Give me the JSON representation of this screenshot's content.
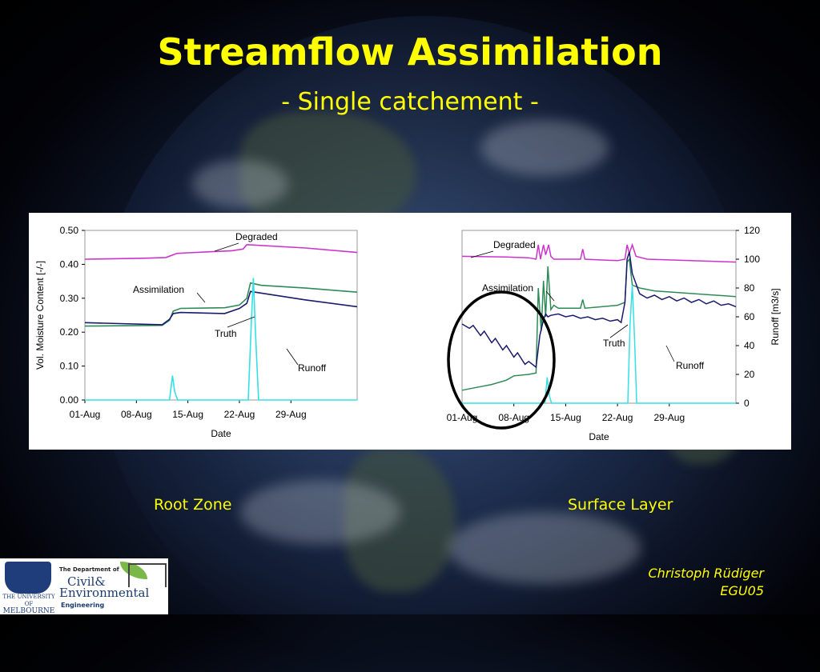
{
  "slide": {
    "title": "Streamflow Assimilation",
    "subtitle": "- Single catchement -",
    "caption_left": "Root Zone",
    "caption_right": "Surface Layer",
    "author": "Christoph Rüdiger",
    "event": "EGU05"
  },
  "logo": {
    "university_line1": "THE UNIVERSITY OF",
    "university_line2": "MELBOURNE",
    "dept_top": "The Department of",
    "dept_civil": "Civil&",
    "dept_env": "Environmental",
    "dept_eng": "Engineering"
  },
  "colors": {
    "title": "#ffff00",
    "degraded": "#cc33cc",
    "assimilation": "#2e8b57",
    "truth": "#1a1a6e",
    "runoff": "#33e0e6"
  },
  "chart_data": [
    {
      "type": "line",
      "xlabel": "Date",
      "ylabel": "Vol. Moisture Content [-/-]",
      "ylim": [
        0,
        0.5
      ],
      "yticks": [
        "0.50",
        "0.40",
        "0.30",
        "0.20",
        "0.10",
        "0.00"
      ],
      "xlim": [
        0,
        37
      ],
      "xticks": [
        {
          "x": 0,
          "label": "01-Aug"
        },
        {
          "x": 7,
          "label": "08-Aug"
        },
        {
          "x": 14,
          "label": "15-Aug"
        },
        {
          "x": 21,
          "label": "22-Aug"
        },
        {
          "x": 28,
          "label": "29-Aug"
        }
      ],
      "annotations": [
        "Degraded",
        "Assimilation",
        "Truth",
        "Runoff"
      ],
      "series": [
        {
          "name": "Degraded",
          "color": "#cc33cc",
          "x": [
            0,
            8,
            11,
            12.5,
            14,
            20,
            21.5,
            22,
            30,
            37
          ],
          "y": [
            0.415,
            0.418,
            0.42,
            0.432,
            0.434,
            0.44,
            0.445,
            0.458,
            0.448,
            0.435
          ]
        },
        {
          "name": "Assimilation",
          "color": "#2e8b57",
          "x": [
            0,
            10.5,
            11.5,
            12,
            13,
            19,
            21,
            22,
            22.5,
            24,
            30,
            37
          ],
          "y": [
            0.218,
            0.22,
            0.235,
            0.262,
            0.27,
            0.272,
            0.28,
            0.3,
            0.345,
            0.338,
            0.33,
            0.318
          ]
        },
        {
          "name": "Truth",
          "color": "#1a1a6e",
          "x": [
            0,
            10.5,
            11.5,
            12,
            13,
            19,
            21,
            22,
            22.5,
            24,
            30,
            37
          ],
          "y": [
            0.228,
            0.222,
            0.238,
            0.255,
            0.258,
            0.255,
            0.27,
            0.285,
            0.32,
            0.315,
            0.295,
            0.275
          ]
        },
        {
          "name": "Runoff",
          "color": "#33e0e6",
          "x": [
            0,
            11.5,
            11.9,
            12.2,
            12.6,
            22.2,
            22.6,
            22.9,
            23.2,
            23.6,
            37
          ],
          "y": [
            0,
            0,
            0.072,
            0.025,
            0,
            0,
            0.22,
            0.36,
            0.19,
            0,
            0
          ]
        }
      ]
    },
    {
      "type": "line",
      "xlabel": "Date",
      "ylabel": "Runoff [m3/s]",
      "y2ticks": [
        "120",
        "100",
        "80",
        "60",
        "40",
        "20",
        "0"
      ],
      "ylim": [
        0,
        120
      ],
      "xlim": [
        0,
        37
      ],
      "xticks": [
        {
          "x": 0,
          "label": "01-Aug"
        },
        {
          "x": 7,
          "label": "08-Aug"
        },
        {
          "x": 14,
          "label": "15-Aug"
        },
        {
          "x": 21,
          "label": "22-Aug"
        },
        {
          "x": 28,
          "label": "29-Aug"
        }
      ],
      "annotations": [
        "Degraded",
        "Assimilation",
        "Truth",
        "Runoff"
      ],
      "series": [
        {
          "name": "Degraded",
          "color": "#cc33cc",
          "x": [
            0,
            6,
            9,
            10,
            10.3,
            10.6,
            11,
            11.3,
            11.7,
            12,
            12.4,
            13,
            16,
            16.3,
            16.6,
            21,
            22,
            22.3,
            22.6,
            23,
            23.5,
            25,
            37
          ],
          "y": [
            102,
            101.5,
            101,
            100,
            110,
            100,
            110,
            103,
            110,
            102,
            100,
            100,
            100,
            107,
            100,
            99,
            100,
            110,
            104,
            110,
            102,
            100,
            98
          ]
        },
        {
          "name": "Assimilation",
          "color": "#2e8b57",
          "x": [
            0,
            2,
            4,
            6,
            7,
            9,
            10,
            10.3,
            10.7,
            11,
            11.3,
            11.6,
            12,
            12.4,
            13,
            16,
            16.3,
            16.6,
            21,
            22,
            22.3,
            22.6,
            23,
            24,
            26,
            37
          ],
          "y": [
            9,
            11,
            13,
            16,
            19,
            20,
            21,
            80,
            50,
            85,
            60,
            95,
            65,
            68,
            66,
            66,
            72,
            66,
            68,
            70,
            98,
            100,
            82,
            80,
            78,
            74
          ]
        },
        {
          "name": "Truth",
          "color": "#1a1a6e",
          "x": [
            0,
            1,
            1.5,
            2.5,
            3,
            4,
            4.5,
            5.5,
            6,
            7,
            7.5,
            8.5,
            9,
            10,
            10.5,
            11,
            11.3,
            11.6,
            12,
            13,
            14,
            15,
            16,
            17,
            18,
            19,
            20,
            21,
            21.5,
            22,
            22.3,
            22.6,
            23,
            24,
            25,
            26,
            27,
            28,
            29,
            30,
            31,
            32,
            33,
            34,
            35,
            36,
            37
          ],
          "y": [
            55,
            52,
            54,
            47,
            50,
            42,
            45,
            37,
            40,
            32,
            35,
            27,
            29,
            25,
            47,
            58,
            62,
            60,
            61,
            62,
            60,
            61,
            59,
            60,
            58,
            59,
            57,
            58,
            56,
            70,
            100,
            105,
            90,
            76,
            73,
            75,
            72,
            74,
            71,
            73,
            70,
            72,
            69,
            71,
            68,
            69,
            67
          ]
        },
        {
          "name": "Runoff",
          "color": "#33e0e6",
          "x": [
            0,
            11.2,
            11.5,
            11.8,
            12.1,
            22.4,
            22.7,
            23.0,
            23.3,
            23.6,
            37
          ],
          "y": [
            0,
            0,
            18,
            5,
            0,
            0,
            55,
            82,
            45,
            0,
            0
          ]
        }
      ]
    }
  ]
}
